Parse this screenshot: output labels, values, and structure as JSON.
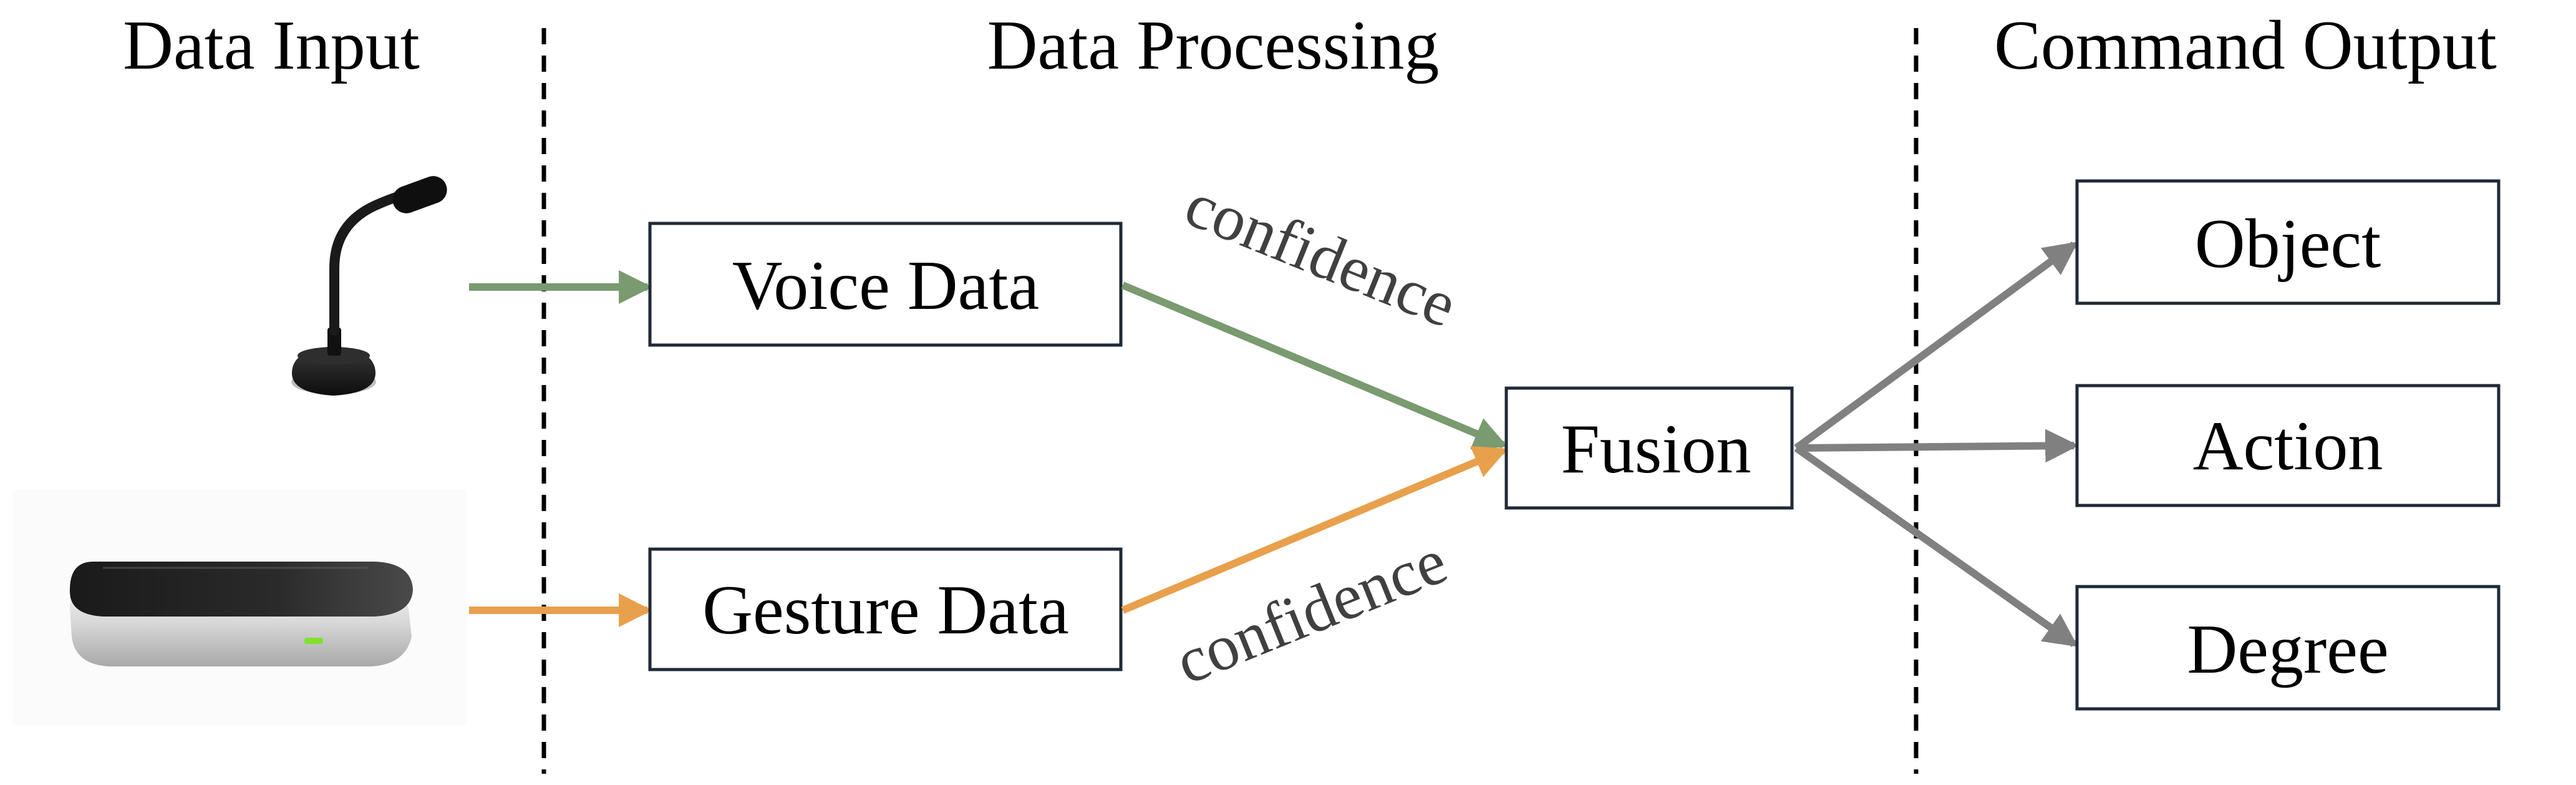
{
  "sections": {
    "input_title": "Data Input",
    "processing_title": "Data Processing",
    "output_title": "Command Output"
  },
  "nodes": {
    "voice": "Voice Data",
    "gesture": "Gesture Data",
    "fusion": "Fusion",
    "object": "Object",
    "action": "Action",
    "degree": "Degree"
  },
  "edge_labels": {
    "voice_confidence": "confidence",
    "gesture_confidence": "confidence"
  },
  "colors": {
    "voice_arrow": "#7a9a70",
    "gesture_arrow": "#e8a04c",
    "output_arrow": "#808080"
  },
  "icons": {
    "input_devices": [
      "microphone-icon",
      "gesture-sensor-icon"
    ]
  }
}
